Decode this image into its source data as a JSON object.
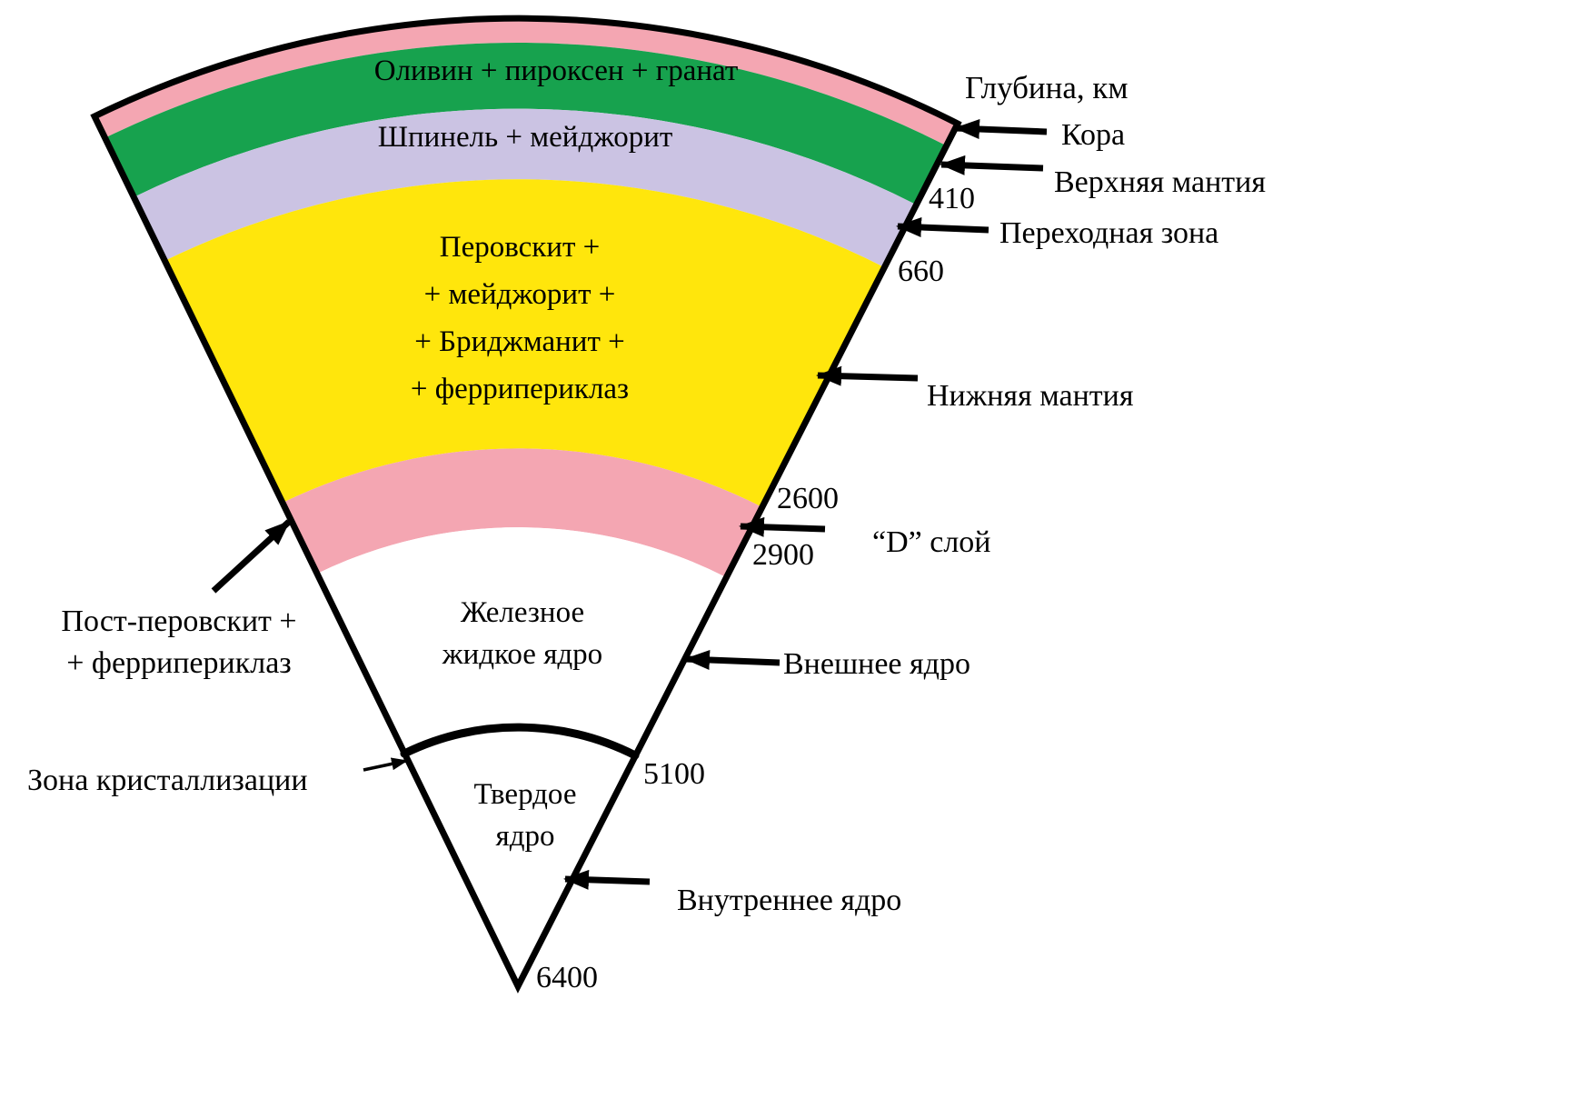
{
  "colors": {
    "crust_pink": "#F4A6B2",
    "upper_mantle_green": "#17A24E",
    "transition_lavender": "#CBC3E3",
    "lower_mantle_yellow": "#FFE60C",
    "d_layer_pink": "#F4A6B2",
    "core_white": "#FFFFFF",
    "outline_black": "#000000"
  },
  "depth_scale": {
    "title": "Глубина, км",
    "d410": "410",
    "d660": "660",
    "d2600": "2600",
    "d2900": "2900",
    "d5100": "5100",
    "d6400": "6400"
  },
  "layer_labels": {
    "upper_mantle_minerals": "Оливин + пироксен + гранат",
    "transition_minerals": "Шпинель + мейджорит",
    "lower_mantle_line1": "Перовскит +",
    "lower_mantle_line2": "+ мейджорит +",
    "lower_mantle_line3": "+ Бриджманит +",
    "lower_mantle_line4": "+ феррипериклаз",
    "outer_core_line1": "Железное",
    "outer_core_line2": "жидкое ядро",
    "inner_core_line1": "Твердое",
    "inner_core_line2": "ядро"
  },
  "callouts": {
    "crust": "Кора",
    "upper_mantle": "Верхняя мантия",
    "transition_zone": "Переходная зона",
    "lower_mantle": "Нижняя мантия",
    "d_layer": "“D” слой",
    "outer_core": "Внешнее ядро",
    "inner_core": "Внутреннее ядро",
    "post_perovskite_line1": "Пост-перовскит +",
    "post_perovskite_line2": "+ феррипериклаз",
    "crystallization_zone": "Зона кристаллизации"
  }
}
